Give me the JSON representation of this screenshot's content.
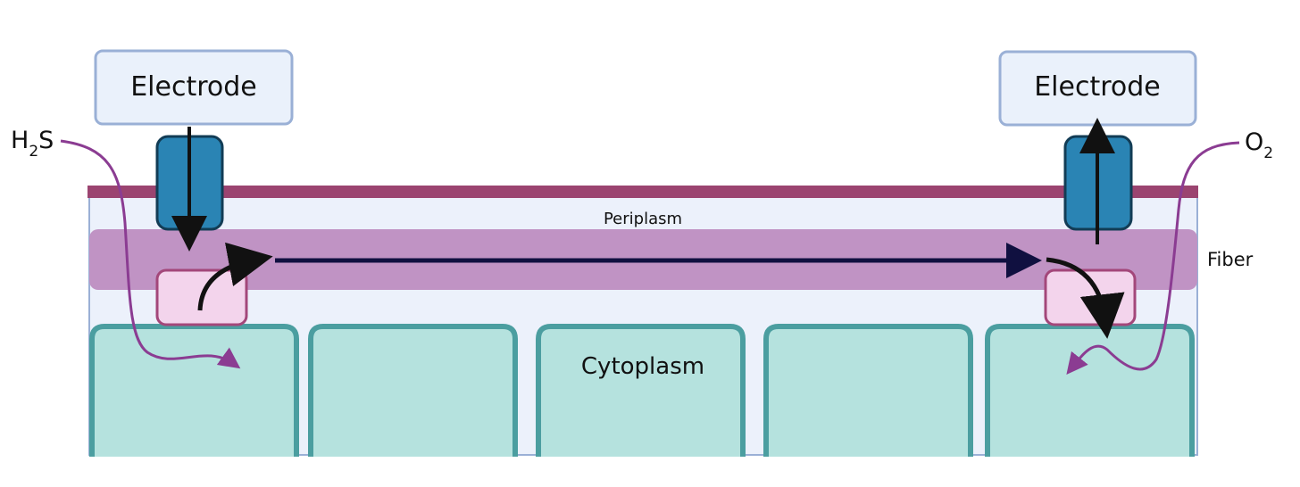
{
  "electrodes": {
    "left_label": "Electrode",
    "right_label": "Electrode"
  },
  "molecules": {
    "h2s": {
      "main": "H",
      "sub": "2",
      "tail": "S"
    },
    "o2": {
      "main": "O",
      "sub": "2"
    }
  },
  "compartments": {
    "periplasm": "Periplasm",
    "fiber": "Fiber",
    "cytoplasm": "Cytoplasm"
  },
  "colors": {
    "outer_membrane": "#9b4470",
    "periplasm_fill": "#ecf1fb",
    "fiber_band": "#c093c4",
    "electrode_fill": "#eaf1fb",
    "electrode_stroke": "#9ab0d6",
    "channel_fill": "#2a84b4",
    "channel_stroke": "#123c55",
    "enzyme_fill": "#f3d4ec",
    "enzyme_stroke": "#a3477a",
    "cell_fill": "#b5e2de",
    "cell_stroke": "#4b9ea0",
    "molecule_path": "#8b3c92",
    "electron_arrow": "#111111",
    "fiber_arrow": "#101040"
  },
  "cell_count": 5
}
